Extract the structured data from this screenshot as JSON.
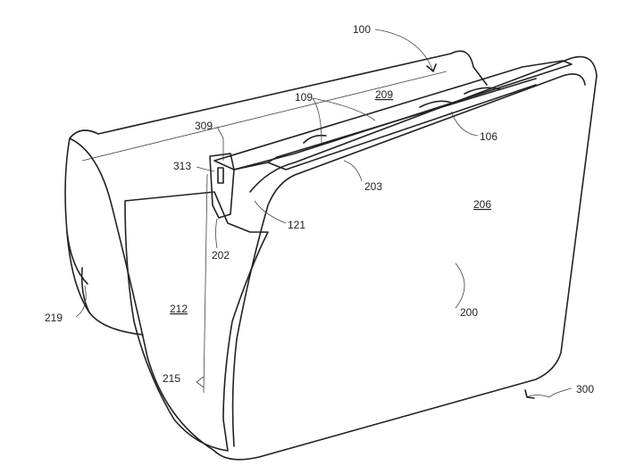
{
  "figure": {
    "labels": {
      "l100": "100",
      "l109": "109",
      "l209": "209",
      "l106": "106",
      "l309": "309",
      "l313": "313",
      "l203": "203",
      "l206": "206",
      "l121": "121",
      "l202": "202",
      "l219": "219",
      "l212": "212",
      "l200": "200",
      "l215": "215",
      "l300": "300"
    }
  }
}
